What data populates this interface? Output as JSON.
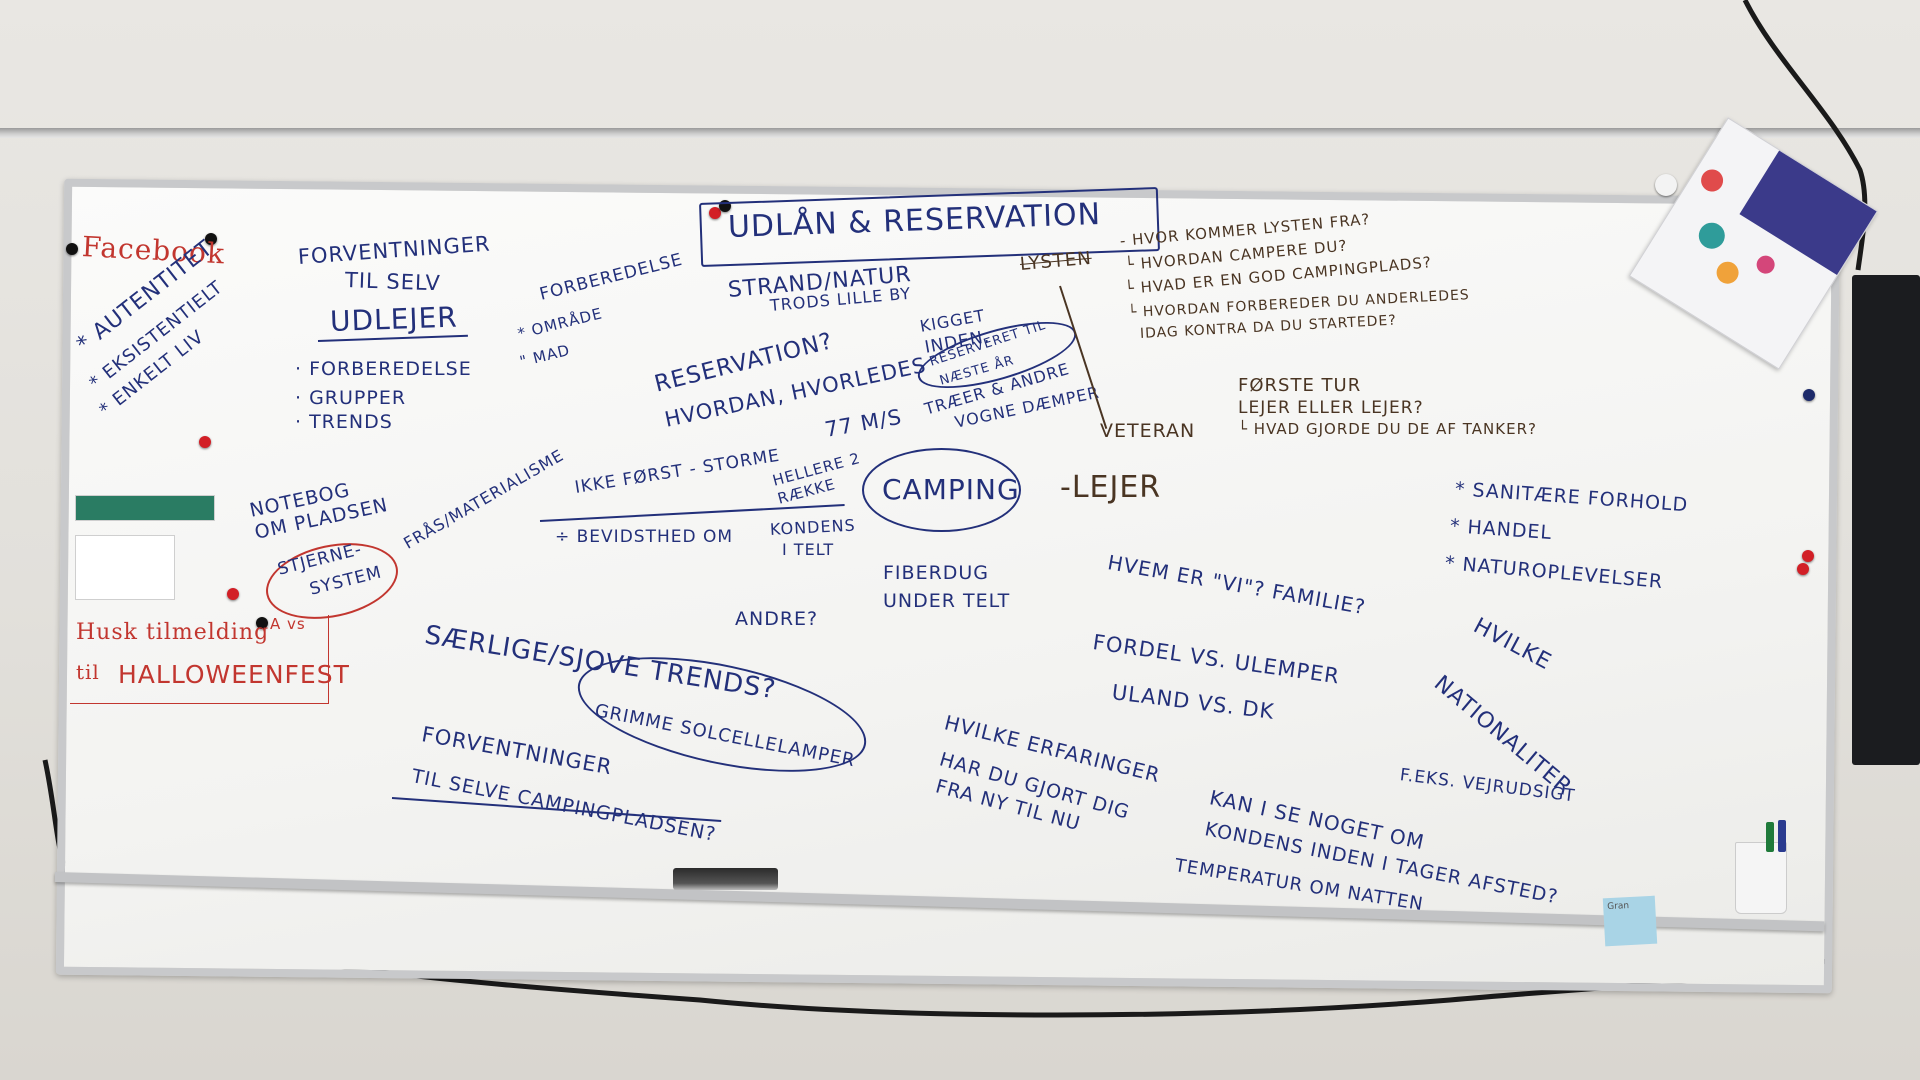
{
  "board": {
    "facebook": "Facebook",
    "facebook_list": [
      "* AUTENTITET",
      "* EKSISTENTIELT",
      "* ENKELT LIV"
    ],
    "forventninger_selv": [
      "FORVENTNINGER",
      "TIL SELV"
    ],
    "udlejer": "UDLEJER",
    "udlejer_list": [
      "· FORBEREDELSE",
      "· GRUPPER",
      "· TRENDS"
    ],
    "forberedelse_list": [
      "FORBEREDELSE",
      "* OMRÅDE",
      "\" MAD"
    ],
    "title": "UDLÅN & RESERVATION",
    "strand": [
      "STRAND/NATUR",
      "TRODS LILLE BY"
    ],
    "reservation": [
      "RESERVATION?",
      "HVORDAN, HVORLEDES"
    ],
    "kigget": [
      "KIGGET",
      "INDEN.",
      "RESERVERET TIL",
      "NÆSTE ÅR"
    ],
    "traeer": [
      "TRÆER & ANDRE",
      "VOGNE DÆMPER"
    ],
    "speed": "77 M/S",
    "lysten": "LYSTEN",
    "lysten_questions": [
      "- HVOR KOMMER LYSTEN FRA?",
      "└ HVORDAN CAMPERE DU?",
      "└ HVAD ER EN GOD CAMPINGPLADS?",
      "└ HVORDAN FORBEREDER DU ANDERLEDES",
      "IDAG KONTRA DA DU STARTEDE?"
    ],
    "forste_tur": [
      "FØRSTE TUR",
      "LEJER ELLER LEJER?",
      "└ HVAD GJORDE DU DE AF TANKER?"
    ],
    "veteran": "VETERAN",
    "lejer": "-LEJER",
    "camping": "CAMPING",
    "notebog": [
      "NOTEBOG",
      "OM PLADSEN"
    ],
    "fras": "FRÅS/MATERIALISME",
    "ikke_forst": "IKKE FØRST - STORME",
    "hellere": [
      "HELLERE 2",
      "RÆKKE"
    ],
    "bevidsthed": "÷ BEVIDSTHED OM",
    "kondens": [
      "KONDENS",
      "I TELT"
    ],
    "fiberdug": [
      "FIBERDUG",
      "UNDER TELT"
    ],
    "stjerne": [
      "STJERNE-",
      "SYSTEM"
    ],
    "a_vs": "A vs",
    "saerlige": "SÆRLIGE/SJOVE TRENDS?",
    "andre": "ANDRE?",
    "grimme": "GRIMME SOLCELLELAMPER",
    "forv_plads": [
      "FORVENTNINGER",
      "TIL SELVE CAMPINGPLADSEN?"
    ],
    "halloween": [
      "Husk tilmelding",
      "til",
      "HALLOWEENFEST"
    ],
    "hvem": "HVEM ER \"VI\"? FAMILIE?",
    "fordel": "FORDEL VS. ULEMPER",
    "uland": "ULAND VS. DK",
    "hvilke_erf": [
      "HVILKE ERFARINGER",
      "HAR DU GJORT DIG",
      "FRA NY TIL NU"
    ],
    "sanitaere_list": [
      "* SANITÆRE FORHOLD",
      "* HANDEL",
      "* NATUROPLEVELSER"
    ],
    "nationaliteter": [
      "HVILKE",
      "NATIONALITER"
    ],
    "feks": "F.EKS. VEJRUDSIGT",
    "kan_i": [
      "KAN I SE NOGET OM",
      "KONDENS INDEN I TAGER AFSTED?",
      "TEMPERATUR OM NATTEN"
    ],
    "sticky": "Gran"
  },
  "colors": {
    "blue_marker": "#23307a",
    "red_marker": "#c2362f",
    "board": "#f7f7f5",
    "frame": "#c8c9cb",
    "wall": "#e6e4e0"
  }
}
